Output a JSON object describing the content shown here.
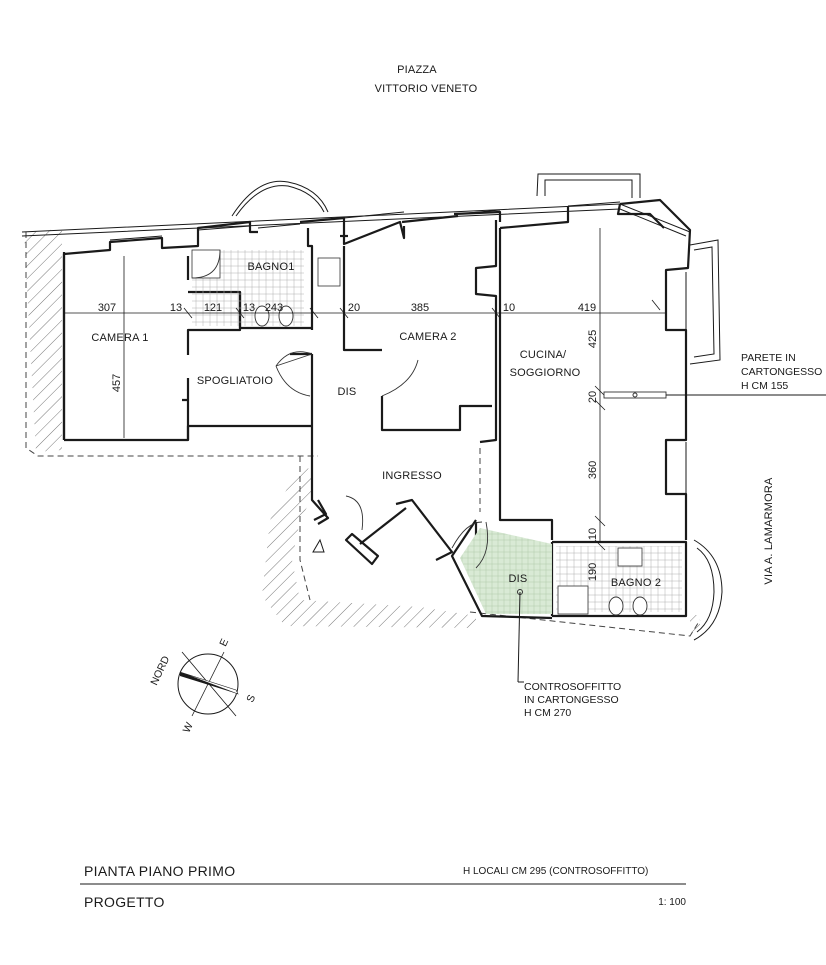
{
  "street_top": {
    "line1": "PIAZZA",
    "line2": "VITTORIO  VENETO"
  },
  "street_right": "VIA  A.  LAMARMORA",
  "rooms": {
    "camera1": "CAMERA  1",
    "bagno1": "BAGNO1",
    "camera2": "CAMERA  2",
    "cucina_line1": "CUCINA/",
    "cucina_line2": "SOGGIORNO",
    "spogliatoio": "SPOGLIATOIO",
    "dis1": "DIS",
    "ingresso": "INGRESSO",
    "dis2": "DIS",
    "bagno2": "BAGNO  2"
  },
  "dimensions": {
    "h1": "307",
    "h2": "13",
    "h3": "121",
    "h4": "13",
    "h5": "243",
    "h6": "20",
    "h7": "385",
    "h8": "10",
    "h9": "419",
    "v_camera1": "457",
    "v1": "425",
    "v2": "20",
    "v3": "360",
    "v4": "10",
    "v5": "190"
  },
  "notes": {
    "parete": [
      "PARETE  IN",
      "CARTONGESSO",
      "H  CM  155"
    ],
    "controsoffitto": [
      "CONTROSOFFITTO",
      "IN  CARTONGESSO",
      "H  CM  270"
    ]
  },
  "compass": {
    "nord": "NORD",
    "e": "E",
    "s": "S",
    "w": "W"
  },
  "title_block": {
    "title": "PIANTA  PIANO  PRIMO",
    "height_note": "H  LOCALI  CM 295 (CONTROSOFFITTO)",
    "subtitle": "PROGETTO",
    "scale": "1: 100"
  },
  "colors": {
    "lines": "#1a1a1a",
    "ceiling_fill": "#d9ead5"
  }
}
